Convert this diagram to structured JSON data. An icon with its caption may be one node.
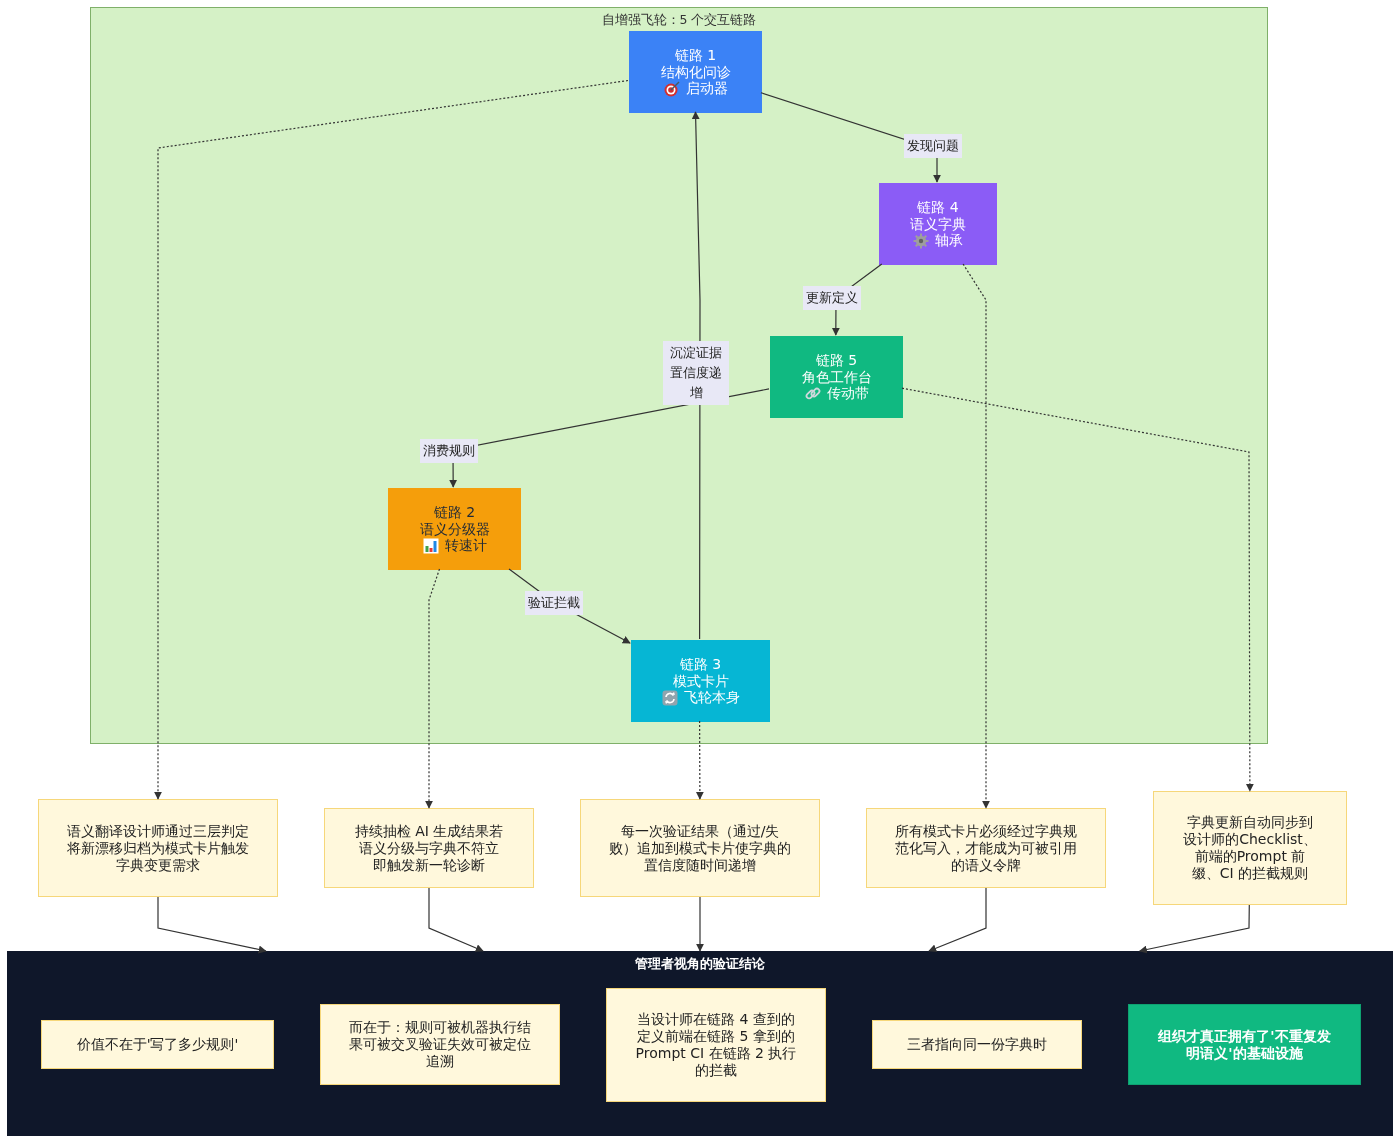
{
  "diagram": {
    "nodes": [
      {
        "text": [
          "自增强飞轮：5 个交互链路"
        ]
      },
      {
        "text": [
          "链路 1",
          "结构化问诊",
          "启动器"
        ],
        "in": 0
      },
      {
        "text": [
          "链路 4",
          "语义字典",
          "轴承"
        ],
        "in": 0
      },
      {
        "text": [
          "链路 5",
          "角色工作台",
          "传动带"
        ],
        "in": 0
      },
      {
        "text": [
          "链路 2",
          "语义分级器",
          "转速计"
        ],
        "in": 0
      },
      {
        "text": [
          "链路 3",
          "模式卡片",
          "飞轮本身"
        ],
        "in": 0
      },
      {
        "text": [
          "语义翻译设计师通过三层判定将新漂移归档为模式卡片触发字典变更需求"
        ]
      },
      {
        "text": [
          "持续抽检 AI 生成结果若语义分级与字典不符立即触发新一轮诊断"
        ]
      },
      {
        "text": [
          "每一次验证结果（通过/失败）追加到模式卡片使字典的置信度随时间递增"
        ]
      },
      {
        "text": [
          "所有模式卡片必须经过字典规范化写入，才能成为可被引用的语义令牌"
        ]
      },
      {
        "text": [
          "字典更新自动同步到设计师的Checklist、前端的Prompt 前缀、CI 的拦截规则"
        ]
      },
      {
        "text": [
          "管理者视角的验证结论"
        ]
      },
      {
        "text": [
          "价值不在于'写了多少规则'"
        ],
        "in": 11
      },
      {
        "text": [
          "而在于：规则可被机器执行结果可被交叉验证失效可被定位追溯"
        ],
        "in": 11
      },
      {
        "text": [
          "当设计师在链路 4 查到的定义前端在链路 5 拿到的 Prompt CI 在链路 2 执行的拦截"
        ],
        "in": 11
      },
      {
        "text": [
          "三者指向同一份字典时"
        ],
        "in": 11
      },
      {
        "text": [
          "组织才真正拥有了'不重复发明语义'的基础设施"
        ],
        "in": 11
      }
    ],
    "edges": [
      {
        "from": 1,
        "to": 2,
        "arrow": "to",
        "label": "发现问题"
      },
      {
        "from": 2,
        "to": 3,
        "arrow": "to",
        "label": "更新定义"
      },
      {
        "from": 3,
        "to": 4,
        "arrow": "to",
        "label": "消费规则"
      },
      {
        "from": 4,
        "to": 5,
        "arrow": "to",
        "label": "验证拦截"
      },
      {
        "from": 5,
        "to": 1,
        "arrow": "to",
        "label": "沉淀证据置信度递增"
      },
      {
        "from": 1,
        "to": 6,
        "arrow": "to",
        "style": "dashed"
      },
      {
        "from": 4,
        "to": 7,
        "arrow": "to",
        "style": "dashed"
      },
      {
        "from": 5,
        "to": 8,
        "arrow": "to",
        "style": "dashed"
      },
      {
        "from": 2,
        "to": 9,
        "arrow": "to",
        "style": "dashed"
      },
      {
        "from": 3,
        "to": 10,
        "arrow": "to",
        "style": "dashed"
      },
      {
        "from": 6,
        "to": 11,
        "arrow": "to"
      },
      {
        "from": 7,
        "to": 11,
        "arrow": "to"
      },
      {
        "from": 8,
        "to": 11,
        "arrow": "to"
      },
      {
        "from": 9,
        "to": 11,
        "arrow": "to"
      },
      {
        "from": 10,
        "to": 11,
        "arrow": "to"
      }
    ]
  }
}
